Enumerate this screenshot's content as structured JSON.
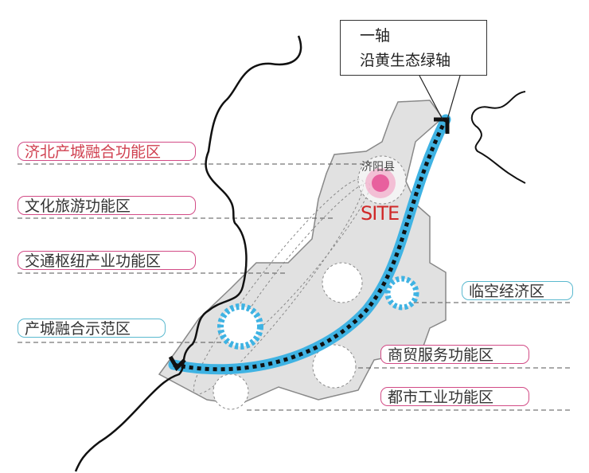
{
  "callout": {
    "line1": "一轴",
    "line2": "沿黄生态绿轴"
  },
  "county": "济阳县",
  "site": "SITE",
  "left_zones": [
    {
      "label": "济北产城融合功能区",
      "border": "#d24b86",
      "text_color": "#d04050"
    },
    {
      "label": "文化旅游功能区",
      "border": "#d24b86"
    },
    {
      "label": "交通枢纽产业功能区",
      "border": "#d24b86"
    },
    {
      "label": "产城融合示范区",
      "border": "#5ab9cf"
    }
  ],
  "right_zones": [
    {
      "label": "临空经济区",
      "border": "#5ab9cf"
    },
    {
      "label": "商贸服务功能区",
      "border": "#d24b86"
    },
    {
      "label": "都市工业功能区",
      "border": "#d24b86"
    }
  ],
  "colors": {
    "axis": "#3fb3e3",
    "region": "#e1e1e1",
    "site": "#e8609e"
  }
}
